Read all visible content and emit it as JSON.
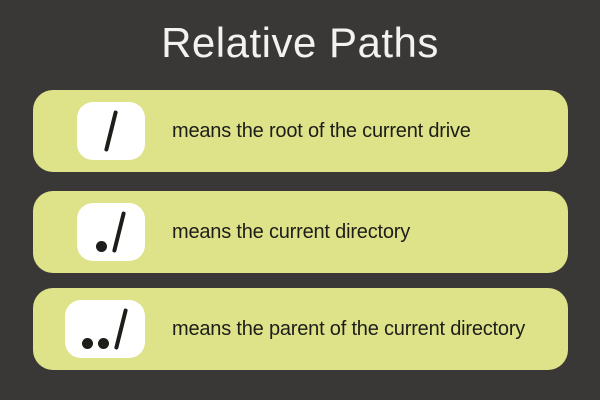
{
  "title": "Relative Paths",
  "colors": {
    "background": "#3a3837",
    "panel": "#dee289",
    "badge": "#ffffff",
    "title_text": "#f2f2f0",
    "body_text": "#1d1d1a"
  },
  "rows": [
    {
      "symbol": "/",
      "description": "means the root of the current drive"
    },
    {
      "symbol": "./",
      "description": "means the current directory"
    },
    {
      "symbol": "../",
      "description": "means the parent of the current directory"
    }
  ]
}
